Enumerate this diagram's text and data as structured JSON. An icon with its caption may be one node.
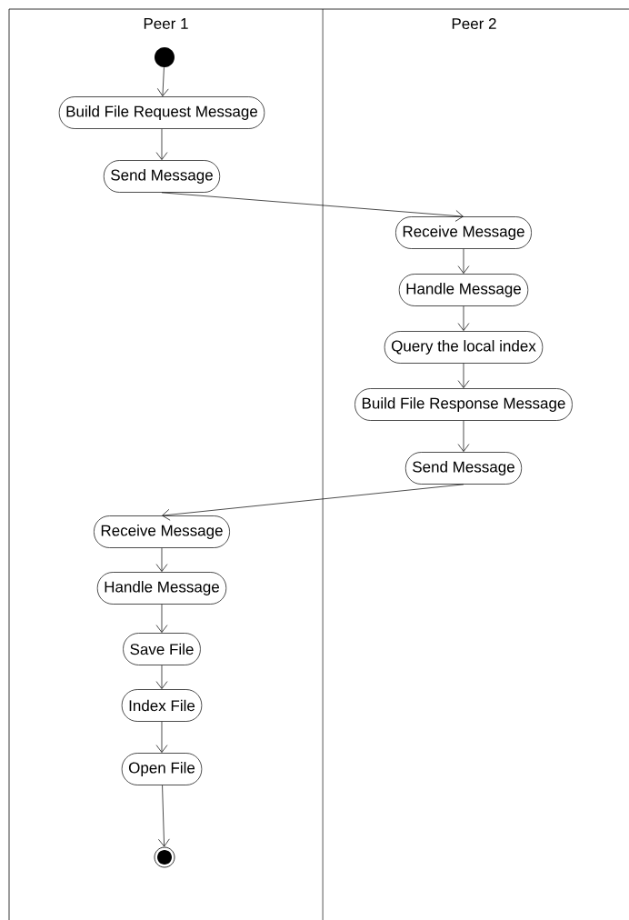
{
  "diagram": {
    "nodes": [
      {
        "text": [
          "Peer 1"
        ]
      },
      {
        "text": [
          "Peer 2"
        ]
      },
      {
        "text": [],
        "shape": "circle",
        "in": 0
      },
      {
        "text": [
          "Build File Request Message"
        ],
        "in": 0
      },
      {
        "text": [
          "Send Message"
        ],
        "in": 0
      },
      {
        "text": [
          "Receive Message"
        ],
        "in": 1
      },
      {
        "text": [
          "Handle Message"
        ],
        "in": 1
      },
      {
        "text": [
          "Query the local index"
        ],
        "in": 1
      },
      {
        "text": [
          "Build File Response Message"
        ],
        "in": 1
      },
      {
        "text": [
          "Send Message"
        ],
        "in": 1
      },
      {
        "text": [
          "Receive Message"
        ],
        "in": 0
      },
      {
        "text": [
          "Handle Message"
        ],
        "in": 0
      },
      {
        "text": [
          "Save File"
        ],
        "in": 0
      },
      {
        "text": [
          "Index File"
        ],
        "in": 0
      },
      {
        "text": [
          "Open File"
        ],
        "in": 0
      },
      {
        "text": [],
        "shape": "bullseye",
        "in": 0
      }
    ],
    "edges": [
      {
        "from": 2,
        "to": 3,
        "arrow": "to"
      },
      {
        "from": 3,
        "to": 4,
        "arrow": "to"
      },
      {
        "from": 4,
        "to": 5,
        "arrow": "to"
      },
      {
        "from": 5,
        "to": 6,
        "arrow": "to"
      },
      {
        "from": 6,
        "to": 7,
        "arrow": "to"
      },
      {
        "from": 7,
        "to": 8,
        "arrow": "to"
      },
      {
        "from": 8,
        "to": 9,
        "arrow": "to"
      },
      {
        "from": 9,
        "to": 10,
        "arrow": "to"
      },
      {
        "from": 10,
        "to": 11,
        "arrow": "to"
      },
      {
        "from": 11,
        "to": 12,
        "arrow": "to"
      },
      {
        "from": 12,
        "to": 13,
        "arrow": "to"
      },
      {
        "from": 13,
        "to": 14,
        "arrow": "to"
      },
      {
        "from": 14,
        "to": 15,
        "arrow": "to"
      }
    ]
  }
}
